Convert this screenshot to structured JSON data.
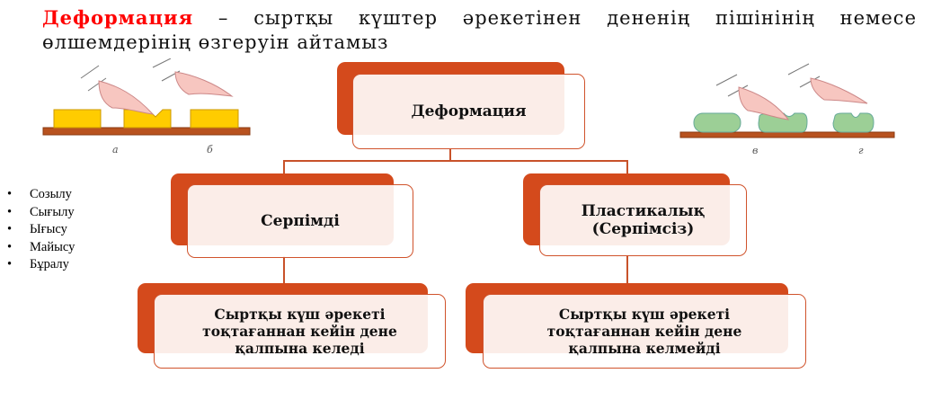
{
  "title": {
    "term": "Деформация",
    "rest": " – сыртқы күштер әрекетінен дененің пішінінің немесе өлшемдерінің өзгеруін айтамыз"
  },
  "diagram": {
    "root": "Деформация",
    "left": "Серпімді",
    "right": "Пластикалық (Серпімсіз)",
    "left_desc": "Сыртқы күш әрекеті тоқтағаннан кейін дене қалпына келеді",
    "right_desc": "Сыртқы күш әрекеті тоқтағаннан кейін дене қалпына келмейді"
  },
  "types": [
    "Созылу",
    "Сығылу",
    "Ығысу",
    "Майысу",
    "Бұралу"
  ],
  "figure_labels": {
    "a": "а",
    "b": "б",
    "c": "в",
    "d": "г"
  },
  "colors": {
    "accent": "#d44a1c",
    "term": "#ff0000"
  }
}
